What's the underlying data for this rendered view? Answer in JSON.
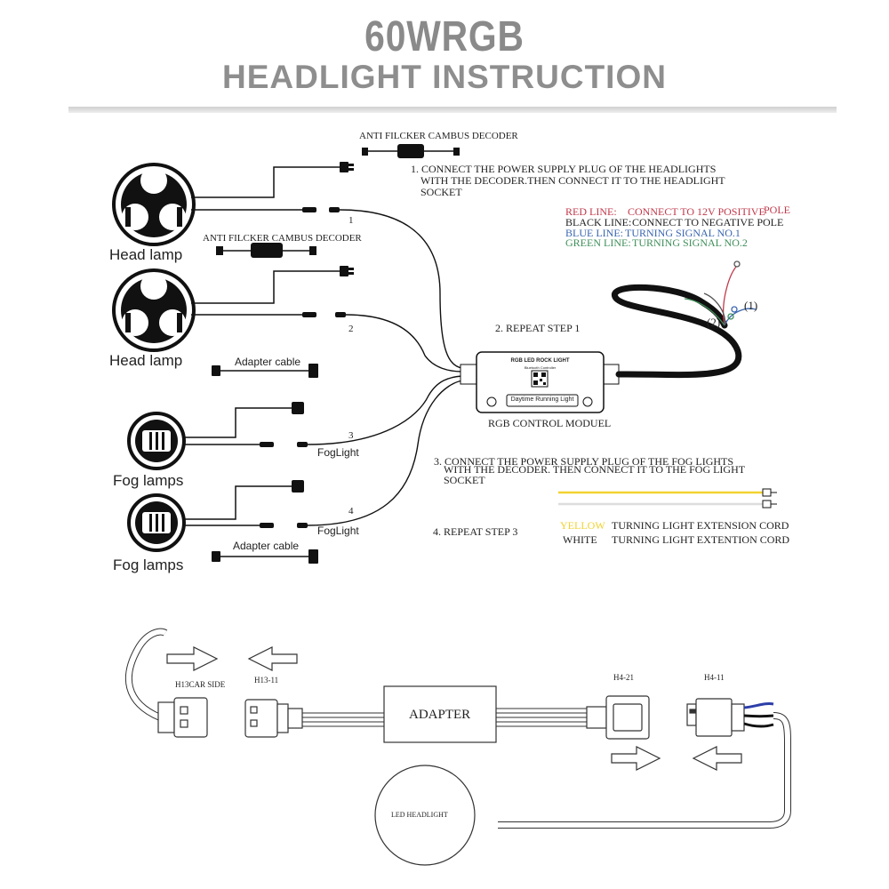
{
  "header": {
    "title": "60WRGB",
    "subtitle": "HEADLIGHT INSTRUCTION"
  },
  "components": {
    "decoder_top": "ANTI FILCKER CAMBUS DECODER",
    "decoder_mid": "ANTI FILCKER CAMBUS DECODER",
    "head_lamp_1": "Head lamp",
    "head_lamp_2": "Head lamp",
    "fog_lamp_1": "Fog lamps",
    "fog_lamp_2": "Fog lamps",
    "adapter_cable_1": "Adapter cable",
    "adapter_cable_2": "Adapter cable",
    "foglight_1": "FogLight",
    "foglight_2": "FogLight",
    "module_brand": "RGB LED ROCK LIGHT",
    "module_sub": "Bluetooth Controller",
    "module_button": "Daytime Running Light",
    "module_label": "RGB CONTROL MODUEL"
  },
  "steps": {
    "step1_line1": "1. CONNECT THE POWER SUPPLY PLUG OF THE HEADLIGHTS",
    "step1_line2": "WITH THE DECODER.THEN CONNECT IT TO THE HEADLIGHT",
    "step1_line3": "SOCKET",
    "step2": "2.  REPEAT STEP 1",
    "step3_line1": "3. CONNECT THE POWER SUPPLY PLUG OF THE FOG LIGHTS",
    "step3_line2": "WITH THE DECODER. THEN CONNECT IT TO THE FOG LIGHT",
    "step3_line3": "SOCKET",
    "step4": "4.  REPEAT STEP 3"
  },
  "numbers": {
    "n1": "1",
    "n2": "2",
    "n3": "3",
    "n4": "4",
    "c1": "(1)",
    "c2": "(2)"
  },
  "legend": {
    "red_key": "RED LINE:",
    "red_val": "CONNECT TO 12V POSITIVE",
    "red_val2": "POLE",
    "black_key": "BLACK LINE:",
    "black_val": "CONNECT TO NEGATIVE POLE",
    "blue_key": "BLUE LINE:",
    "blue_val": "TURNING   SIGNAL   NO.1",
    "green_key": "GREEN LINE:",
    "green_val": "TURNING   SIGNAL  NO.2",
    "yellow_key": "YELLOW",
    "yellow_val": "TURNING LIGHT EXTENSION CORD",
    "white_key": "WHITE",
    "white_val": "TURNING LIGHT EXTENTION CORD"
  },
  "adapter_diagram": {
    "h13_car_side": "H13CAR SIDE",
    "h13_11": "H13-11",
    "adapter": "ADAPTER",
    "h4_21": "H4-21",
    "h4_11": "H4-11",
    "led_headlight": "LED   HEADLIGHT"
  },
  "colors": {
    "title": "#8a8a8a",
    "red": "#c0394b",
    "blue": "#3a66b0",
    "green": "#3f8f5a",
    "yellow": "#f2d22e",
    "wire_blue": "#2c3ea8"
  }
}
